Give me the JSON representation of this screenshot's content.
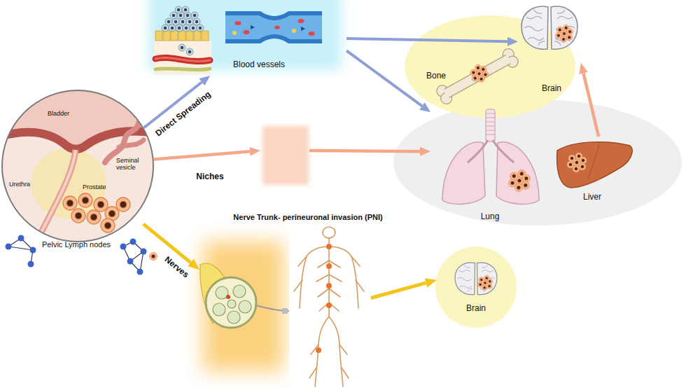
{
  "diagram": {
    "nodes": [
      {
        "text": [
          "Blood vessels"
        ]
      },
      {
        "text": [
          "Bone"
        ]
      },
      {
        "text": [
          "Brain"
        ]
      },
      {
        "text": [
          "Bladder",
          "Urethra",
          "Seminal vesicle",
          "Prostate"
        ]
      },
      {
        "text": []
      },
      {
        "text": [
          "Lung"
        ]
      },
      {
        "text": [
          "Liver"
        ]
      },
      {
        "text": [
          "Nerve Trunk- perineuronal invasion (PNI)"
        ]
      },
      {
        "text": [
          "Brain"
        ]
      }
    ],
    "edges": [
      {
        "from": 3,
        "to": 0,
        "label": "Direct Spreading",
        "arrow": "to"
      },
      {
        "from": 0,
        "to": 2,
        "arrow": "to"
      },
      {
        "from": 0,
        "to": 5,
        "arrow": "to"
      },
      {
        "from": 3,
        "to": 4,
        "label": "Niches",
        "arrow": "to"
      },
      {
        "from": 4,
        "to": 5,
        "arrow": "to"
      },
      {
        "from": 6,
        "to": 2,
        "arrow": "to"
      },
      {
        "from": 3,
        "to": 7,
        "label": "Nerves",
        "arrow": "to"
      },
      {
        "from": 7,
        "to": 8,
        "arrow": "to"
      }
    ],
    "labels": [
      "Pelvic Lymph nodes"
    ]
  }
}
